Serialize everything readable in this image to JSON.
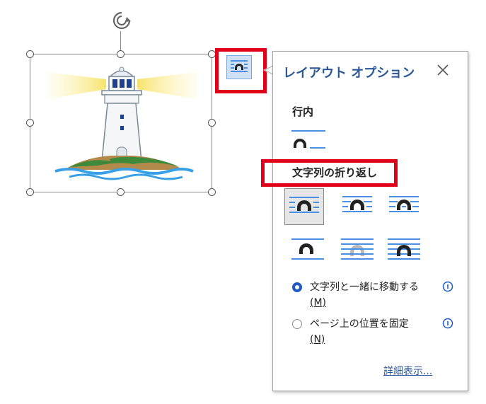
{
  "panel": {
    "title": "レイアウト オプション",
    "inline_heading": "行内",
    "wrap_heading": "文字列の折り返し",
    "options": {
      "move_with_text_label": "文字列と一緒に移動する",
      "move_with_text_key": "(M)",
      "fix_position_label": "ページ上の位置を固定",
      "fix_position_key": "(N)",
      "selected": "move_with_text"
    },
    "more_link": "詳細表示..."
  },
  "icons": {
    "rotate": "rotate-handle-icon",
    "trigger": "layout-options-icon",
    "close": "close-icon",
    "info": "info-icon",
    "picture": "lighthouse-picture"
  },
  "colors": {
    "accent": "#2b5797",
    "radio_selected": "#1f5bc6",
    "highlight_box": "#e0001a",
    "icon_line": "#4a90e2"
  },
  "wrap_styles": [
    "square",
    "tight",
    "through",
    "top-and-bottom",
    "behind-text",
    "in-front-of-text"
  ],
  "selected_wrap_style": "square"
}
